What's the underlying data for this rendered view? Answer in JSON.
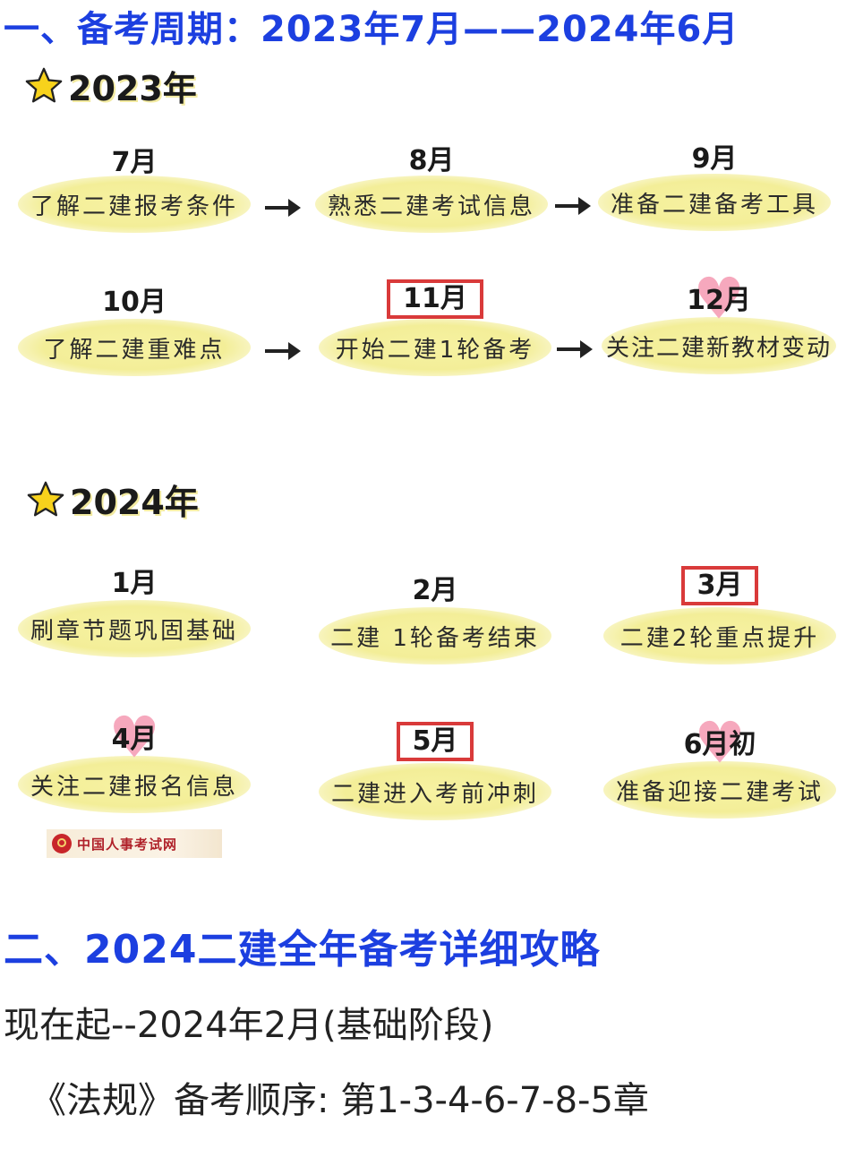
{
  "heading1": "一、备考周期：2023年7月——2024年6月",
  "year2023": "2023年",
  "year2024": "2024年",
  "steps2023": [
    {
      "month": "7月",
      "text": "了解二建报考条件"
    },
    {
      "month": "8月",
      "text": "熟悉二建考试信息"
    },
    {
      "month": "9月",
      "text": "准备二建备考工具"
    },
    {
      "month": "10月",
      "text": "了解二建重难点"
    },
    {
      "month": "11月",
      "text": "开始二建1轮备考"
    },
    {
      "month": "12月",
      "text": "关注二建新教材变动"
    }
  ],
  "steps2024": [
    {
      "month": "1月",
      "text": "刷章节题巩固基础"
    },
    {
      "month": "2月",
      "text": "二建 1轮备考结束"
    },
    {
      "month": "3月",
      "text": "二建2轮重点提升"
    },
    {
      "month": "4月",
      "text": "关注二建报名信息"
    },
    {
      "month": "5月",
      "text": "二建进入考前冲刺"
    },
    {
      "month": "6月初",
      "text": "准备迎接二建考试"
    }
  ],
  "logo_text": "中国人事考试网",
  "heading2": "二、2024二建全年备考详细攻略",
  "phase": "现在起--2024年2月(基础阶段)",
  "order": "《法规》备考顺序: 第1-3-4-6-7-8-5章",
  "colors": {
    "heading": "#1c3fe0",
    "pill": "#f5f09c",
    "box": "#d93a3a",
    "heart": "#f6a8bd"
  }
}
